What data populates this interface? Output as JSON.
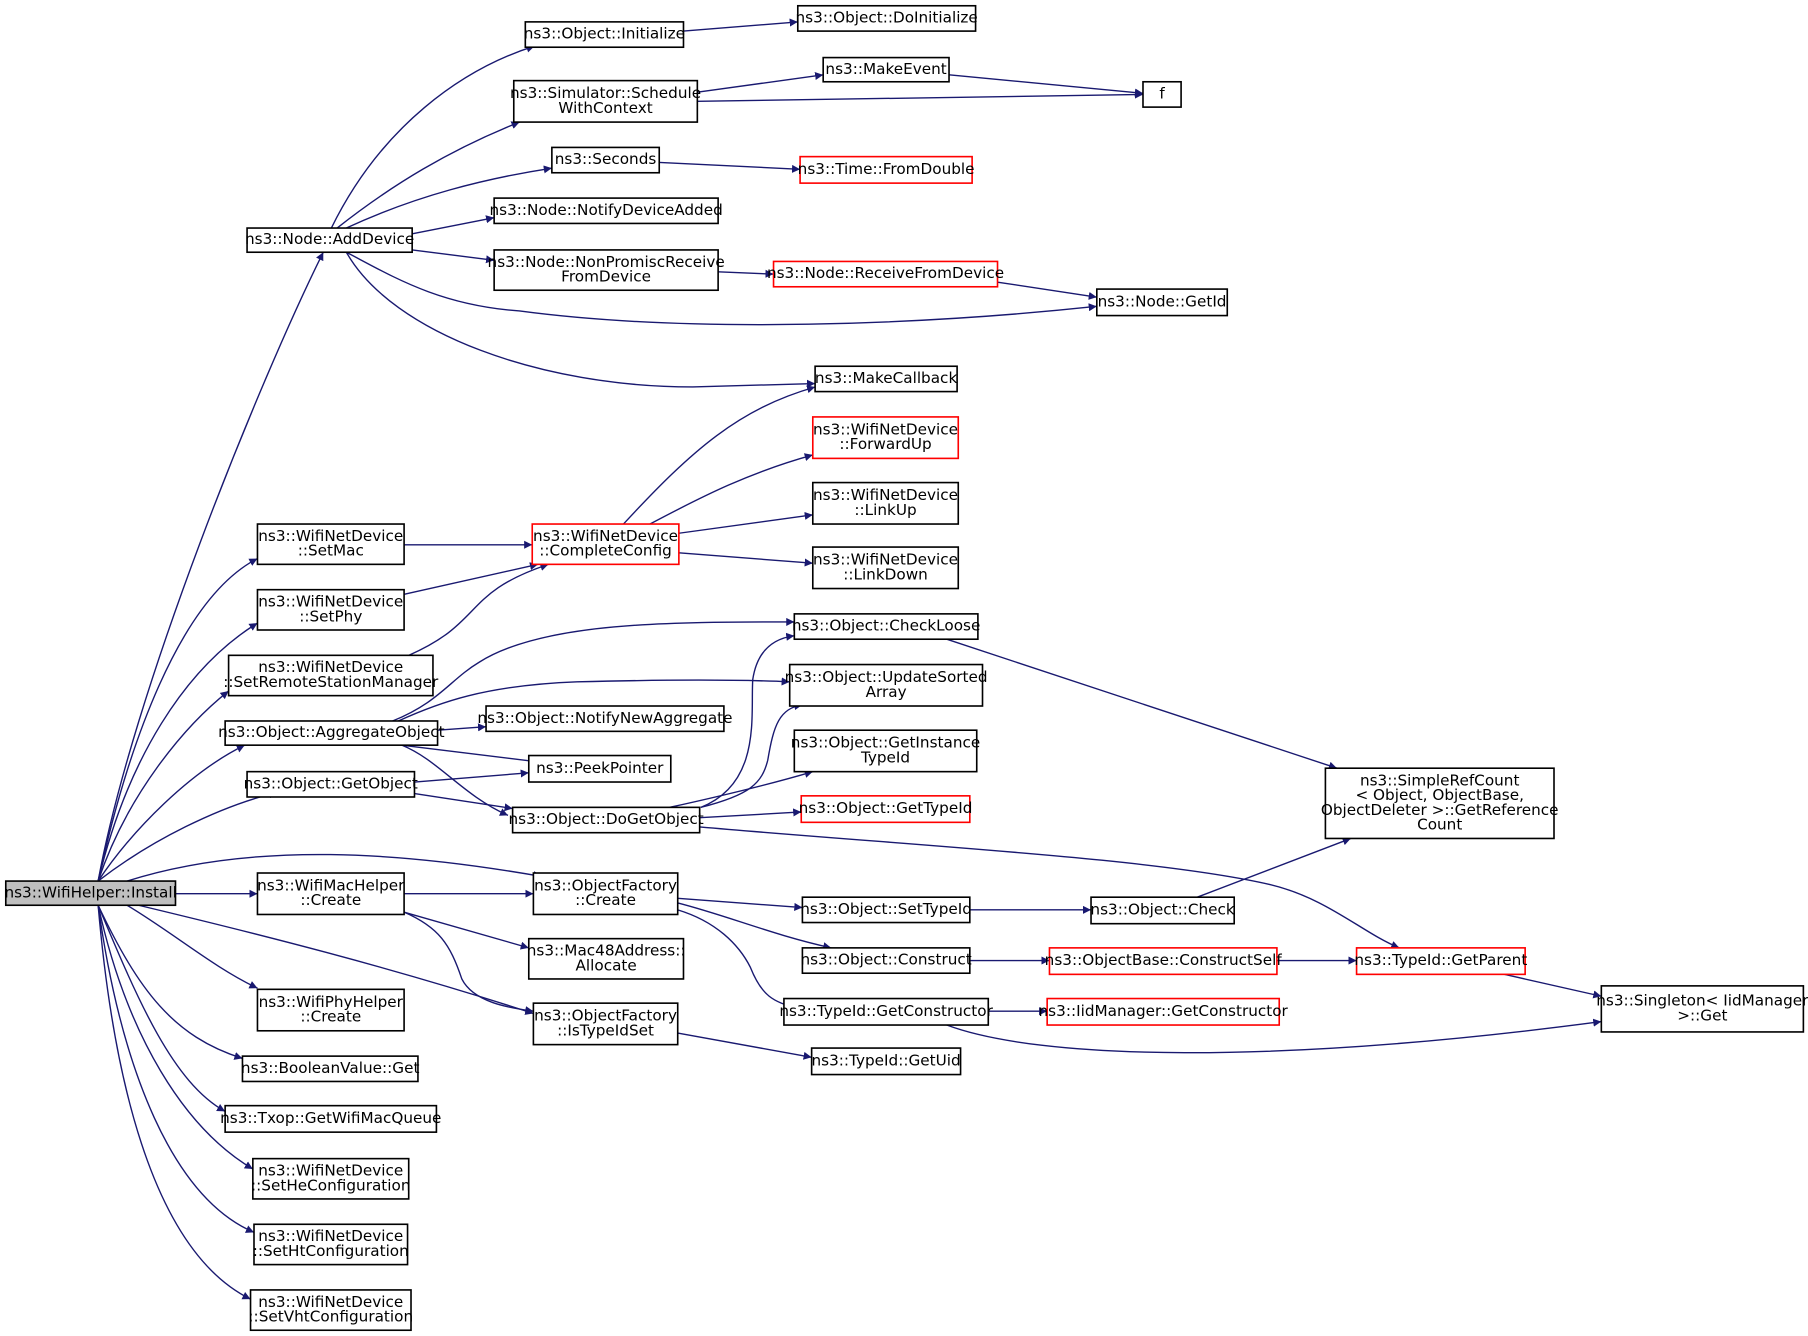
{
  "diagram": {
    "colors": {
      "edge": "#191970",
      "border_default": "#000000",
      "border_truncated": "#ff0000",
      "root_fill": "#bfbfbf",
      "node_fill": "#ffffff",
      "text": "#000000"
    },
    "nodes": [
      {
        "id": "install",
        "lines": [
          "ns3::WifiHelper::Install"
        ],
        "style": "root"
      },
      {
        "id": "adddevice",
        "lines": [
          "ns3::Node::AddDevice"
        ],
        "style": "normal"
      },
      {
        "id": "initialize",
        "lines": [
          "ns3::Object::Initialize"
        ],
        "style": "normal"
      },
      {
        "id": "doinitialize",
        "lines": [
          "ns3::Object::DoInitialize"
        ],
        "style": "normal"
      },
      {
        "id": "schedule",
        "lines": [
          "ns3::Simulator::Schedule",
          "WithContext"
        ],
        "style": "normal"
      },
      {
        "id": "makeevent",
        "lines": [
          "ns3::MakeEvent"
        ],
        "style": "normal"
      },
      {
        "id": "f",
        "lines": [
          "f"
        ],
        "style": "normal"
      },
      {
        "id": "seconds",
        "lines": [
          "ns3::Seconds"
        ],
        "style": "normal"
      },
      {
        "id": "fromdouble",
        "lines": [
          "ns3::Time::FromDouble"
        ],
        "style": "truncated"
      },
      {
        "id": "notifydeviceadded",
        "lines": [
          "ns3::Node::NotifyDeviceAdded"
        ],
        "style": "normal"
      },
      {
        "id": "nonpromisc",
        "lines": [
          "ns3::Node::NonPromiscReceive",
          "FromDevice"
        ],
        "style": "normal"
      },
      {
        "id": "receivefromdevice",
        "lines": [
          "ns3::Node::ReceiveFromDevice"
        ],
        "style": "truncated"
      },
      {
        "id": "getid",
        "lines": [
          "ns3::Node::GetId"
        ],
        "style": "normal"
      },
      {
        "id": "makecallback",
        "lines": [
          "ns3::MakeCallback"
        ],
        "style": "normal"
      },
      {
        "id": "forwardup",
        "lines": [
          "ns3::WifiNetDevice",
          "::ForwardUp"
        ],
        "style": "truncated"
      },
      {
        "id": "linkup",
        "lines": [
          "ns3::WifiNetDevice",
          "::LinkUp"
        ],
        "style": "normal"
      },
      {
        "id": "linkdown",
        "lines": [
          "ns3::WifiNetDevice",
          "::LinkDown"
        ],
        "style": "normal"
      },
      {
        "id": "completeconfig",
        "lines": [
          "ns3::WifiNetDevice",
          "::CompleteConfig"
        ],
        "style": "truncated"
      },
      {
        "id": "setmac",
        "lines": [
          "ns3::WifiNetDevice",
          "::SetMac"
        ],
        "style": "normal"
      },
      {
        "id": "setphy",
        "lines": [
          "ns3::WifiNetDevice",
          "::SetPhy"
        ],
        "style": "normal"
      },
      {
        "id": "setremote",
        "lines": [
          "ns3::WifiNetDevice",
          "::SetRemoteStationManager"
        ],
        "style": "normal"
      },
      {
        "id": "aggregate",
        "lines": [
          "ns3::Object::AggregateObject"
        ],
        "style": "normal"
      },
      {
        "id": "getobject",
        "lines": [
          "ns3::Object::GetObject"
        ],
        "style": "normal"
      },
      {
        "id": "notifynewaggregate",
        "lines": [
          "ns3::Object::NotifyNewAggregate"
        ],
        "style": "normal"
      },
      {
        "id": "peekpointer",
        "lines": [
          "ns3::PeekPointer"
        ],
        "style": "normal"
      },
      {
        "id": "dogetobject",
        "lines": [
          "ns3::Object::DoGetObject"
        ],
        "style": "normal"
      },
      {
        "id": "checkloose",
        "lines": [
          "ns3::Object::CheckLoose"
        ],
        "style": "normal"
      },
      {
        "id": "updatesorted",
        "lines": [
          "ns3::Object::UpdateSorted",
          "Array"
        ],
        "style": "normal"
      },
      {
        "id": "getinstancetypeid",
        "lines": [
          "ns3::Object::GetInstance",
          "TypeId"
        ],
        "style": "normal"
      },
      {
        "id": "gettypeid",
        "lines": [
          "ns3::Object::GetTypeId"
        ],
        "style": "truncated"
      },
      {
        "id": "simplerefcount",
        "lines": [
          "ns3::SimpleRefCount",
          "< Object, ObjectBase,",
          " ObjectDeleter >::GetReference",
          "Count"
        ],
        "style": "normal"
      },
      {
        "id": "wifimachelper",
        "lines": [
          "ns3::WifiMacHelper",
          "::Create"
        ],
        "style": "normal"
      },
      {
        "id": "objectfactory",
        "lines": [
          "ns3::ObjectFactory",
          "::Create"
        ],
        "style": "normal"
      },
      {
        "id": "mac48",
        "lines": [
          "ns3::Mac48Address::",
          "Allocate"
        ],
        "style": "normal"
      },
      {
        "id": "istypeidset",
        "lines": [
          "ns3::ObjectFactory",
          "::IsTypeIdSet"
        ],
        "style": "normal"
      },
      {
        "id": "settypeid",
        "lines": [
          "ns3::Object::SetTypeId"
        ],
        "style": "normal"
      },
      {
        "id": "construct",
        "lines": [
          "ns3::Object::Construct"
        ],
        "style": "normal"
      },
      {
        "id": "getconstructor",
        "lines": [
          "ns3::TypeId::GetConstructor"
        ],
        "style": "normal"
      },
      {
        "id": "getuid",
        "lines": [
          "ns3::TypeId::GetUid"
        ],
        "style": "normal"
      },
      {
        "id": "check",
        "lines": [
          "ns3::Object::Check"
        ],
        "style": "normal"
      },
      {
        "id": "constructself",
        "lines": [
          "ns3::ObjectBase::ConstructSelf"
        ],
        "style": "truncated"
      },
      {
        "id": "iidgetconstructor",
        "lines": [
          "ns3::IidManager::GetConstructor"
        ],
        "style": "truncated"
      },
      {
        "id": "getparent",
        "lines": [
          "ns3::TypeId::GetParent"
        ],
        "style": "truncated"
      },
      {
        "id": "singleton",
        "lines": [
          "ns3::Singleton< IidManager",
          ">::Get"
        ],
        "style": "normal"
      },
      {
        "id": "wifiphyhelper",
        "lines": [
          "ns3::WifiPhyHelper",
          "::Create"
        ],
        "style": "normal"
      },
      {
        "id": "booleanvalue",
        "lines": [
          "ns3::BooleanValue::Get"
        ],
        "style": "normal"
      },
      {
        "id": "txop",
        "lines": [
          "ns3::Txop::GetWifiMacQueue"
        ],
        "style": "normal"
      },
      {
        "id": "sethe",
        "lines": [
          "ns3::WifiNetDevice",
          "::SetHeConfiguration"
        ],
        "style": "normal"
      },
      {
        "id": "setht",
        "lines": [
          "ns3::WifiNetDevice",
          "::SetHtConfiguration"
        ],
        "style": "normal"
      },
      {
        "id": "setvht",
        "lines": [
          "ns3::WifiNetDevice",
          "::SetVhtConfiguration"
        ],
        "style": "normal"
      }
    ],
    "edges": [
      [
        "install",
        "adddevice"
      ],
      [
        "install",
        "setmac"
      ],
      [
        "install",
        "setphy"
      ],
      [
        "install",
        "setremote"
      ],
      [
        "install",
        "aggregate"
      ],
      [
        "install",
        "getobject"
      ],
      [
        "install",
        "objectfactory"
      ],
      [
        "install",
        "wifimachelper"
      ],
      [
        "install",
        "istypeidset"
      ],
      [
        "install",
        "wifiphyhelper"
      ],
      [
        "install",
        "booleanvalue"
      ],
      [
        "install",
        "txop"
      ],
      [
        "install",
        "sethe"
      ],
      [
        "install",
        "setht"
      ],
      [
        "install",
        "setvht"
      ],
      [
        "adddevice",
        "initialize"
      ],
      [
        "adddevice",
        "schedule"
      ],
      [
        "adddevice",
        "seconds"
      ],
      [
        "adddevice",
        "notifydeviceadded"
      ],
      [
        "adddevice",
        "nonpromisc"
      ],
      [
        "adddevice",
        "getid"
      ],
      [
        "adddevice",
        "makecallback"
      ],
      [
        "initialize",
        "doinitialize"
      ],
      [
        "schedule",
        "makeevent"
      ],
      [
        "schedule",
        "f"
      ],
      [
        "makeevent",
        "f"
      ],
      [
        "seconds",
        "fromdouble"
      ],
      [
        "nonpromisc",
        "receivefromdevice"
      ],
      [
        "receivefromdevice",
        "getid"
      ],
      [
        "setmac",
        "completeconfig"
      ],
      [
        "setphy",
        "completeconfig"
      ],
      [
        "setremote",
        "completeconfig"
      ],
      [
        "completeconfig",
        "makecallback"
      ],
      [
        "completeconfig",
        "forwardup"
      ],
      [
        "completeconfig",
        "linkup"
      ],
      [
        "completeconfig",
        "linkdown"
      ],
      [
        "aggregate",
        "checkloose"
      ],
      [
        "aggregate",
        "updatesorted"
      ],
      [
        "aggregate",
        "notifynewaggregate"
      ],
      [
        "aggregate",
        "peekpointer"
      ],
      [
        "aggregate",
        "dogetobject"
      ],
      [
        "getobject",
        "peekpointer"
      ],
      [
        "getobject",
        "dogetobject"
      ],
      [
        "dogetobject",
        "checkloose"
      ],
      [
        "dogetobject",
        "updatesorted"
      ],
      [
        "dogetobject",
        "getinstancetypeid"
      ],
      [
        "dogetobject",
        "gettypeid"
      ],
      [
        "dogetobject",
        "getparent"
      ],
      [
        "checkloose",
        "simplerefcount"
      ],
      [
        "wifimachelper",
        "objectfactory"
      ],
      [
        "wifimachelper",
        "mac48"
      ],
      [
        "wifimachelper",
        "istypeidset"
      ],
      [
        "objectfactory",
        "settypeid"
      ],
      [
        "objectfactory",
        "construct"
      ],
      [
        "objectfactory",
        "getconstructor"
      ],
      [
        "istypeidset",
        "getuid"
      ],
      [
        "settypeid",
        "check"
      ],
      [
        "check",
        "simplerefcount"
      ],
      [
        "construct",
        "constructself"
      ],
      [
        "constructself",
        "getparent"
      ],
      [
        "getconstructor",
        "iidgetconstructor"
      ],
      [
        "getconstructor",
        "singleton"
      ],
      [
        "getparent",
        "singleton"
      ]
    ]
  }
}
